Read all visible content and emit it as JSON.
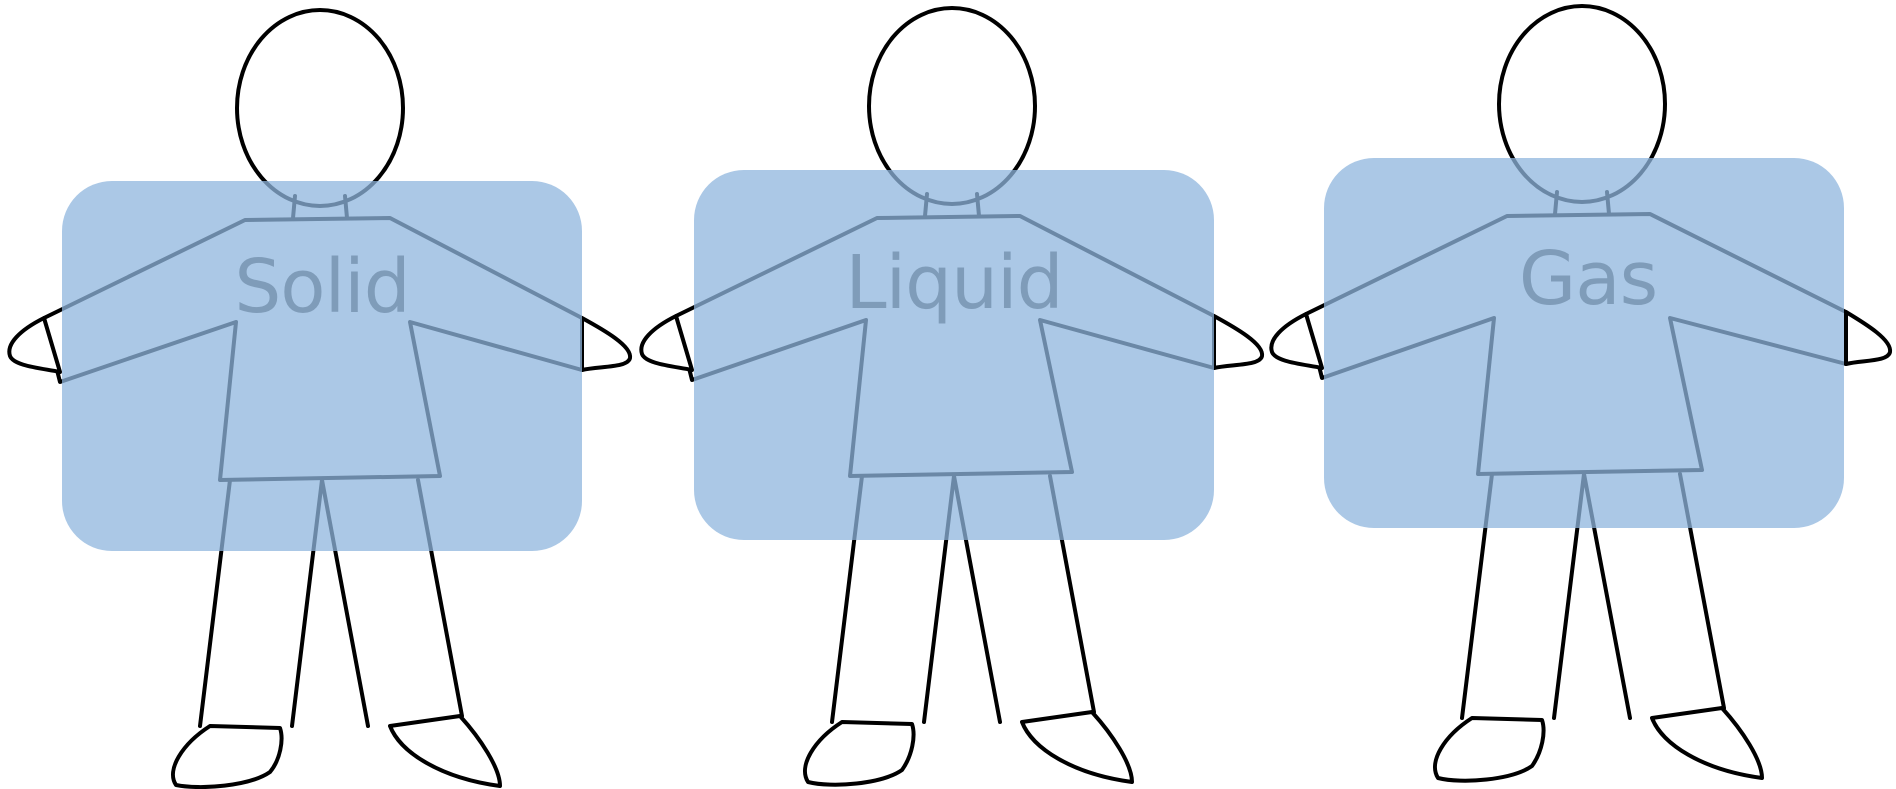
{
  "figures": [
    {
      "label": "Solid"
    },
    {
      "label": "Liquid"
    },
    {
      "label": "Gas"
    }
  ],
  "colors": {
    "card_fill": "#8fb6de",
    "label_text": "#7f9cb9",
    "outline": "#000000",
    "background": "#ffffff"
  }
}
